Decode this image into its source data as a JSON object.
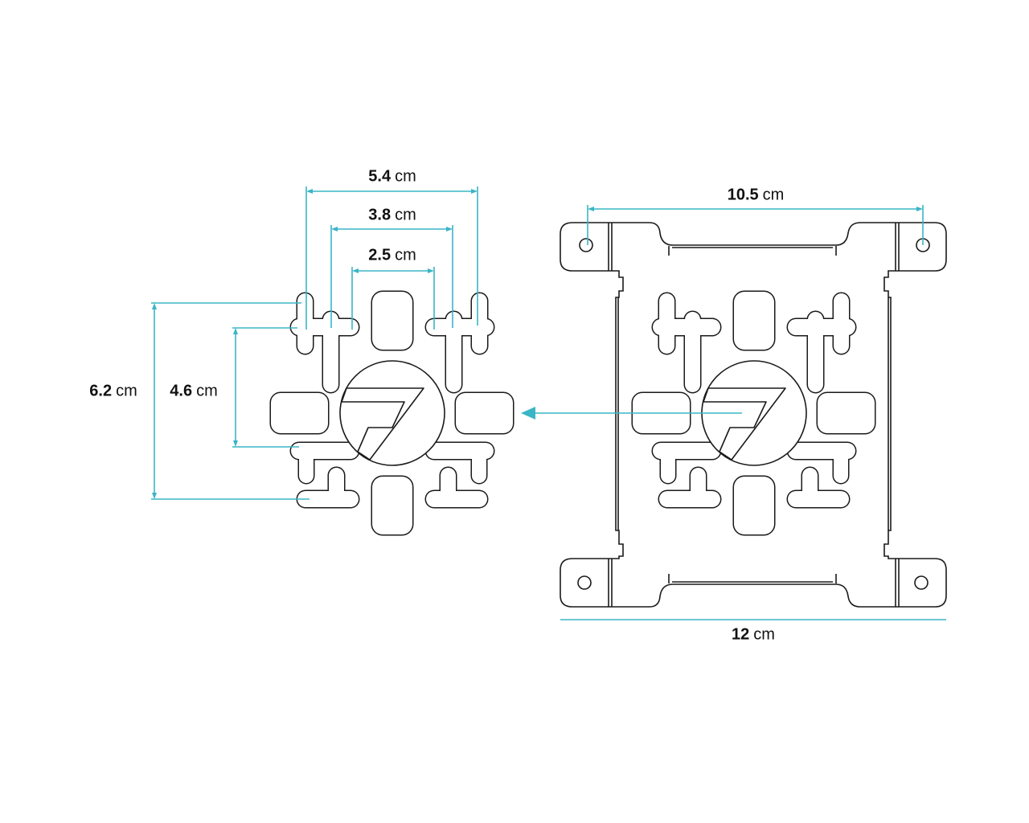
{
  "colors": {
    "dimension": "#3ab5c6",
    "outline": "#1a1a1a"
  },
  "dimensions": {
    "width_outer": {
      "value": "5.4",
      "unit": "cm"
    },
    "width_middle": {
      "value": "3.8",
      "unit": "cm"
    },
    "width_inner": {
      "value": "2.5",
      "unit": "cm"
    },
    "height_outer": {
      "value": "6.2",
      "unit": "cm"
    },
    "height_inner": {
      "value": "4.6",
      "unit": "cm"
    },
    "bracket_hole_spacing": {
      "value": "10.5",
      "unit": "cm"
    },
    "bracket_width": {
      "value": "12",
      "unit": "cm"
    }
  }
}
